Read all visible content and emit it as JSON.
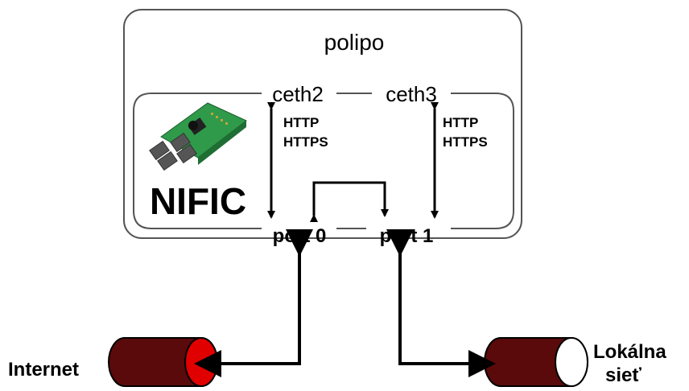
{
  "host": {
    "name": "polipo"
  },
  "card": {
    "name": "NIFIC"
  },
  "interfaces": {
    "left": "ceth2",
    "right": "ceth3"
  },
  "ports": {
    "left": "port 0",
    "right": "port 1"
  },
  "protocols": {
    "left": [
      "HTTP",
      "HTTPS"
    ],
    "right": [
      "HTTP",
      "HTTPS"
    ]
  },
  "networks": {
    "left": "Internet",
    "right_line1": "Lokálna",
    "right_line2": "sieť"
  },
  "colors": {
    "cable_body": "#5a0a0a",
    "cable_end": "#e00000",
    "board_green": "#2f9a4a"
  }
}
